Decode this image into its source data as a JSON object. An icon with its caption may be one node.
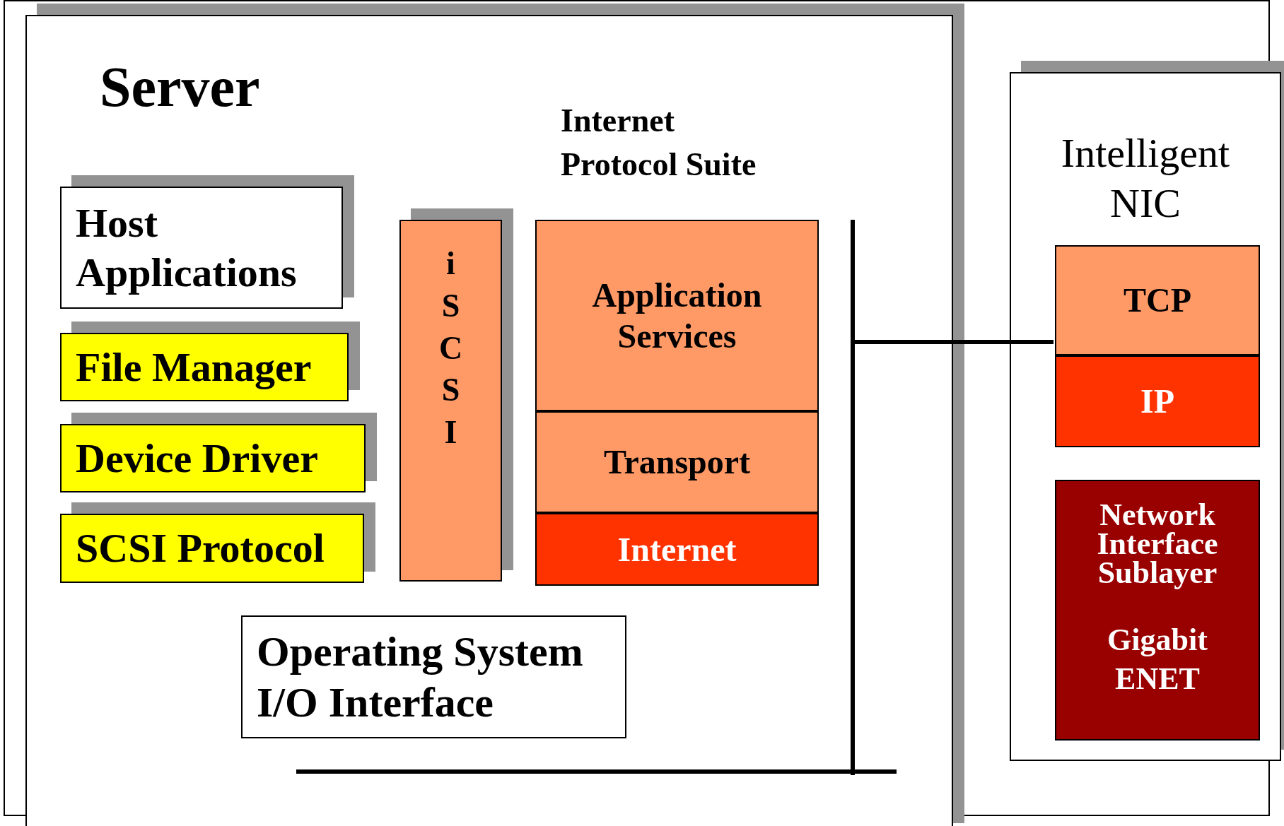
{
  "diagram": {
    "nodes": [
      {
        "text": [
          "Server"
        ]
      },
      {
        "text": [
          "Host Applications"
        ],
        "in": 0
      },
      {
        "text": [
          "File Manager"
        ],
        "in": 0
      },
      {
        "text": [
          "Device Driver"
        ],
        "in": 0
      },
      {
        "text": [
          "SCSI Protocol"
        ],
        "in": 0
      },
      {
        "text": [
          "iSCSI"
        ],
        "in": 0
      },
      {
        "text": [
          "Internet Protocol Suite"
        ],
        "in": 0
      },
      {
        "text": [
          "Application Services"
        ],
        "in": 6
      },
      {
        "text": [
          "Transport"
        ],
        "in": 6
      },
      {
        "text": [
          "Internet"
        ],
        "in": 6
      },
      {
        "text": [
          "Operating System I/O Interface"
        ],
        "in": 0
      },
      {
        "text": [],
        "shape": "bar",
        "in": 0
      },
      {
        "text": [
          "Intelligent NIC"
        ]
      },
      {
        "text": [
          "TCP"
        ],
        "in": 12
      },
      {
        "text": [
          "IP"
        ],
        "in": 12
      },
      {
        "text": [
          "Network Interface Sublayer",
          "Gigabit ENET"
        ],
        "in": 12
      }
    ],
    "edges": [
      {
        "from": 11,
        "to": 13,
        "arrow": "none"
      }
    ]
  }
}
